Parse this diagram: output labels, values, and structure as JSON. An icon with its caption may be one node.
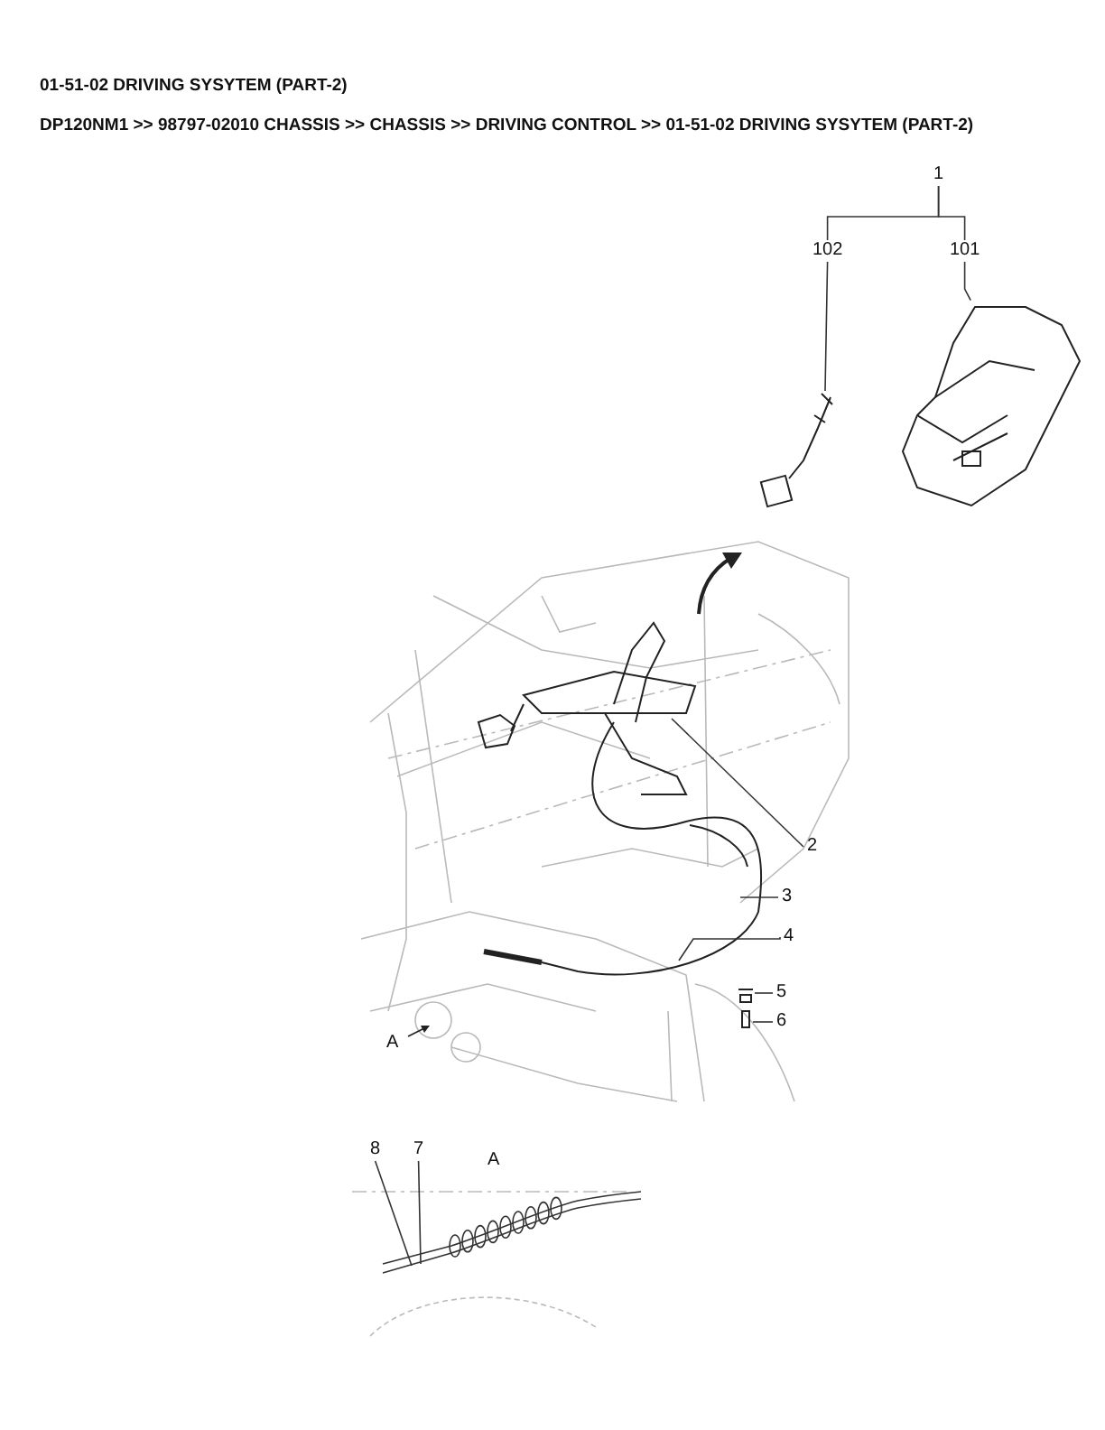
{
  "diagram": {
    "title": "01-51-02 DRIVING SYSYTEM (PART-2)",
    "nodes": [
      {
        "text": [
          "1"
        ]
      },
      {
        "text": [
          "102"
        ]
      },
      {
        "text": [
          "101"
        ]
      },
      {
        "text": [],
        "shape": "picture"
      },
      {
        "text": [],
        "shape": "picture"
      },
      {
        "text": [
          "2"
        ]
      },
      {
        "text": [
          "3"
        ]
      },
      {
        "text": [
          "4"
        ]
      },
      {
        "text": [
          "5"
        ]
      },
      {
        "text": [
          "6"
        ]
      },
      {
        "text": [
          "8"
        ]
      },
      {
        "text": [
          "7"
        ]
      }
    ],
    "edges": [
      {
        "from": 0,
        "to": 1,
        "arrow": "none"
      },
      {
        "from": 0,
        "to": 2,
        "arrow": "none"
      },
      {
        "from": 1,
        "to": 3,
        "arrow": "none"
      },
      {
        "from": 2,
        "to": 4,
        "arrow": "none"
      },
      {
        "from": 5,
        "to": null,
        "arrow": "none"
      },
      {
        "from": 6,
        "to": null,
        "arrow": "none"
      },
      {
        "from": 7,
        "to": null,
        "arrow": "none"
      },
      {
        "from": 8,
        "to": null,
        "arrow": "none"
      },
      {
        "from": 9,
        "to": null,
        "arrow": "none"
      },
      {
        "from": 10,
        "to": null,
        "arrow": "none"
      },
      {
        "from": 11,
        "to": null,
        "arrow": "none"
      }
    ],
    "labels": [
      "DP120NM1 >> 98797-02010 CHASSIS >> CHASSIS >> DRIVING CONTROL >> 01-51-02 DRIVING SYSYTEM (PART-2)",
      "A",
      "A"
    ]
  }
}
